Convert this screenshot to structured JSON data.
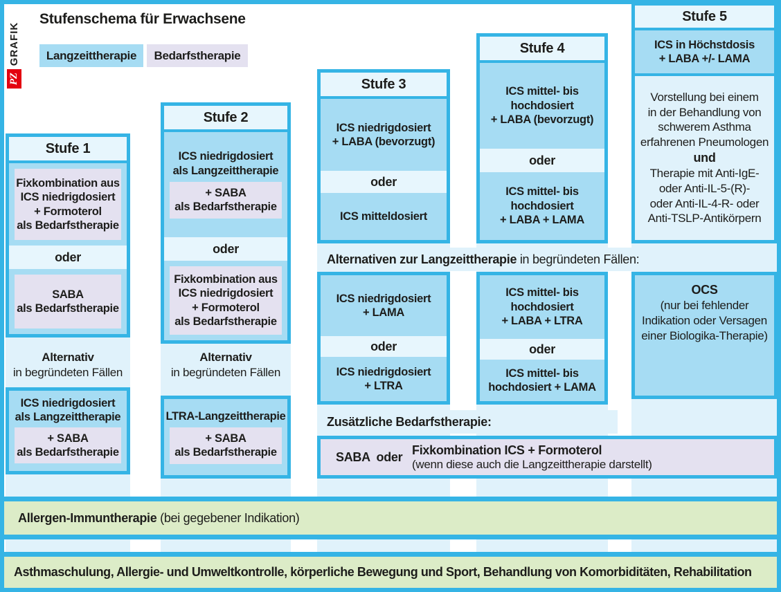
{
  "logo": {
    "pz": "PZ",
    "grafik": "GRAFIK"
  },
  "title": "Stufenschema für Erwachsene",
  "legend": {
    "langzeittherapie": "Langzeittherapie",
    "bedarfstherapie": "Bedarfstherapie"
  },
  "stufe1": {
    "title": "Stufe 1",
    "option1": "Fixkombination aus\nICS niedrigdosiert\n+ Formoterol\nals Bedarfstherapie",
    "oder": "oder",
    "option2": "SABA\nals Bedarfstherapie",
    "alt_title": "Alternativ",
    "alt_subtitle": "in begründeten Fällen",
    "alt_langzeit": "ICS niedrigdosiert\nals Langzeittherapie",
    "alt_bedarf": "+ SABA\nals Bedarfstherapie"
  },
  "stufe2": {
    "title": "Stufe 2",
    "option1_langzeit": "ICS niedrigdosiert\nals Langzeittherapie",
    "option1_bedarf": "+ SABA\nals Bedarfstherapie",
    "oder": "oder",
    "option2": "Fixkombination aus\nICS niedrigdosiert\n+ Formoterol\nals Bedarfstherapie",
    "alt_title": "Alternativ",
    "alt_subtitle": "in begründeten Fällen",
    "alt_langzeit": "LTRA-Langzeittherapie",
    "alt_bedarf": "+ SABA\nals Bedarfstherapie"
  },
  "stufe3": {
    "title": "Stufe 3",
    "option1": "ICS niedrigdosiert\n+ LABA (bevorzugt)",
    "oder": "oder",
    "option2": "ICS mitteldosiert",
    "alt_option1": "ICS niedrigdosiert\n+ LAMA",
    "alt_oder": "oder",
    "alt_option2": "ICS niedrigdosiert\n+ LTRA"
  },
  "stufe4": {
    "title": "Stufe 4",
    "option1": "ICS mittel- bis\nhochdosiert\n+ LABA (bevorzugt)",
    "oder": "oder",
    "option2": "ICS mittel- bis\nhochdosiert\n+ LABA + LAMA",
    "alt_option1": "ICS mittel- bis\nhochdosiert\n+ LABA + LTRA",
    "alt_oder": "oder",
    "alt_option2": "ICS mittel- bis\nhochdosiert + LAMA"
  },
  "stufe5": {
    "title": "Stufe 5",
    "option1": "ICS in Höchstdosis\n+ LABA +/- LAMA",
    "referral_part1": "Vorstellung bei einem\nin der Behandlung von\nschwerem Asthma\nerfahrenen Pneumologen",
    "referral_und": "und",
    "referral_part2": "Therapie mit Anti-IgE-\noder Anti-IL-5-(R)-\noder Anti-IL-4-R- oder\nAnti-TSLP-Antikörpern",
    "ocs_title": "OCS",
    "ocs_text": "(nur bei fehlender\nIndikation oder Versagen\neiner Biologika-Therapie)"
  },
  "alternativen_heading": {
    "bold": "Alternativen zur Langzeittherapie",
    "regular": " in begründeten Fällen:"
  },
  "zusaetzlich": {
    "heading": "Zusätzliche Bedarfstherapie:",
    "saba_oder": "SABA  oder",
    "fix_bold": "Fixkombination ICS + Formoterol",
    "fix_regular": "(wenn diese auch die Langzeittherapie darstellt)"
  },
  "allergen": {
    "bold": "Allergen-Immuntherapie",
    "regular": " (bei gegebener Indikation)"
  },
  "basis": "Asthmaschulung, Allergie- und Umweltkontrolle, körperliche Bewegung und Sport, Behandlung von Komorbiditäten, Rehabilitation",
  "colors": {
    "cyan_border": "#35b4e5",
    "light_blue": "#e0f2fb",
    "mid_blue": "#a6dcf3",
    "lavender": "#e4e1f0",
    "green": "#dcecc7",
    "logo_red": "#e3000f",
    "text": "#1d1d1b"
  }
}
